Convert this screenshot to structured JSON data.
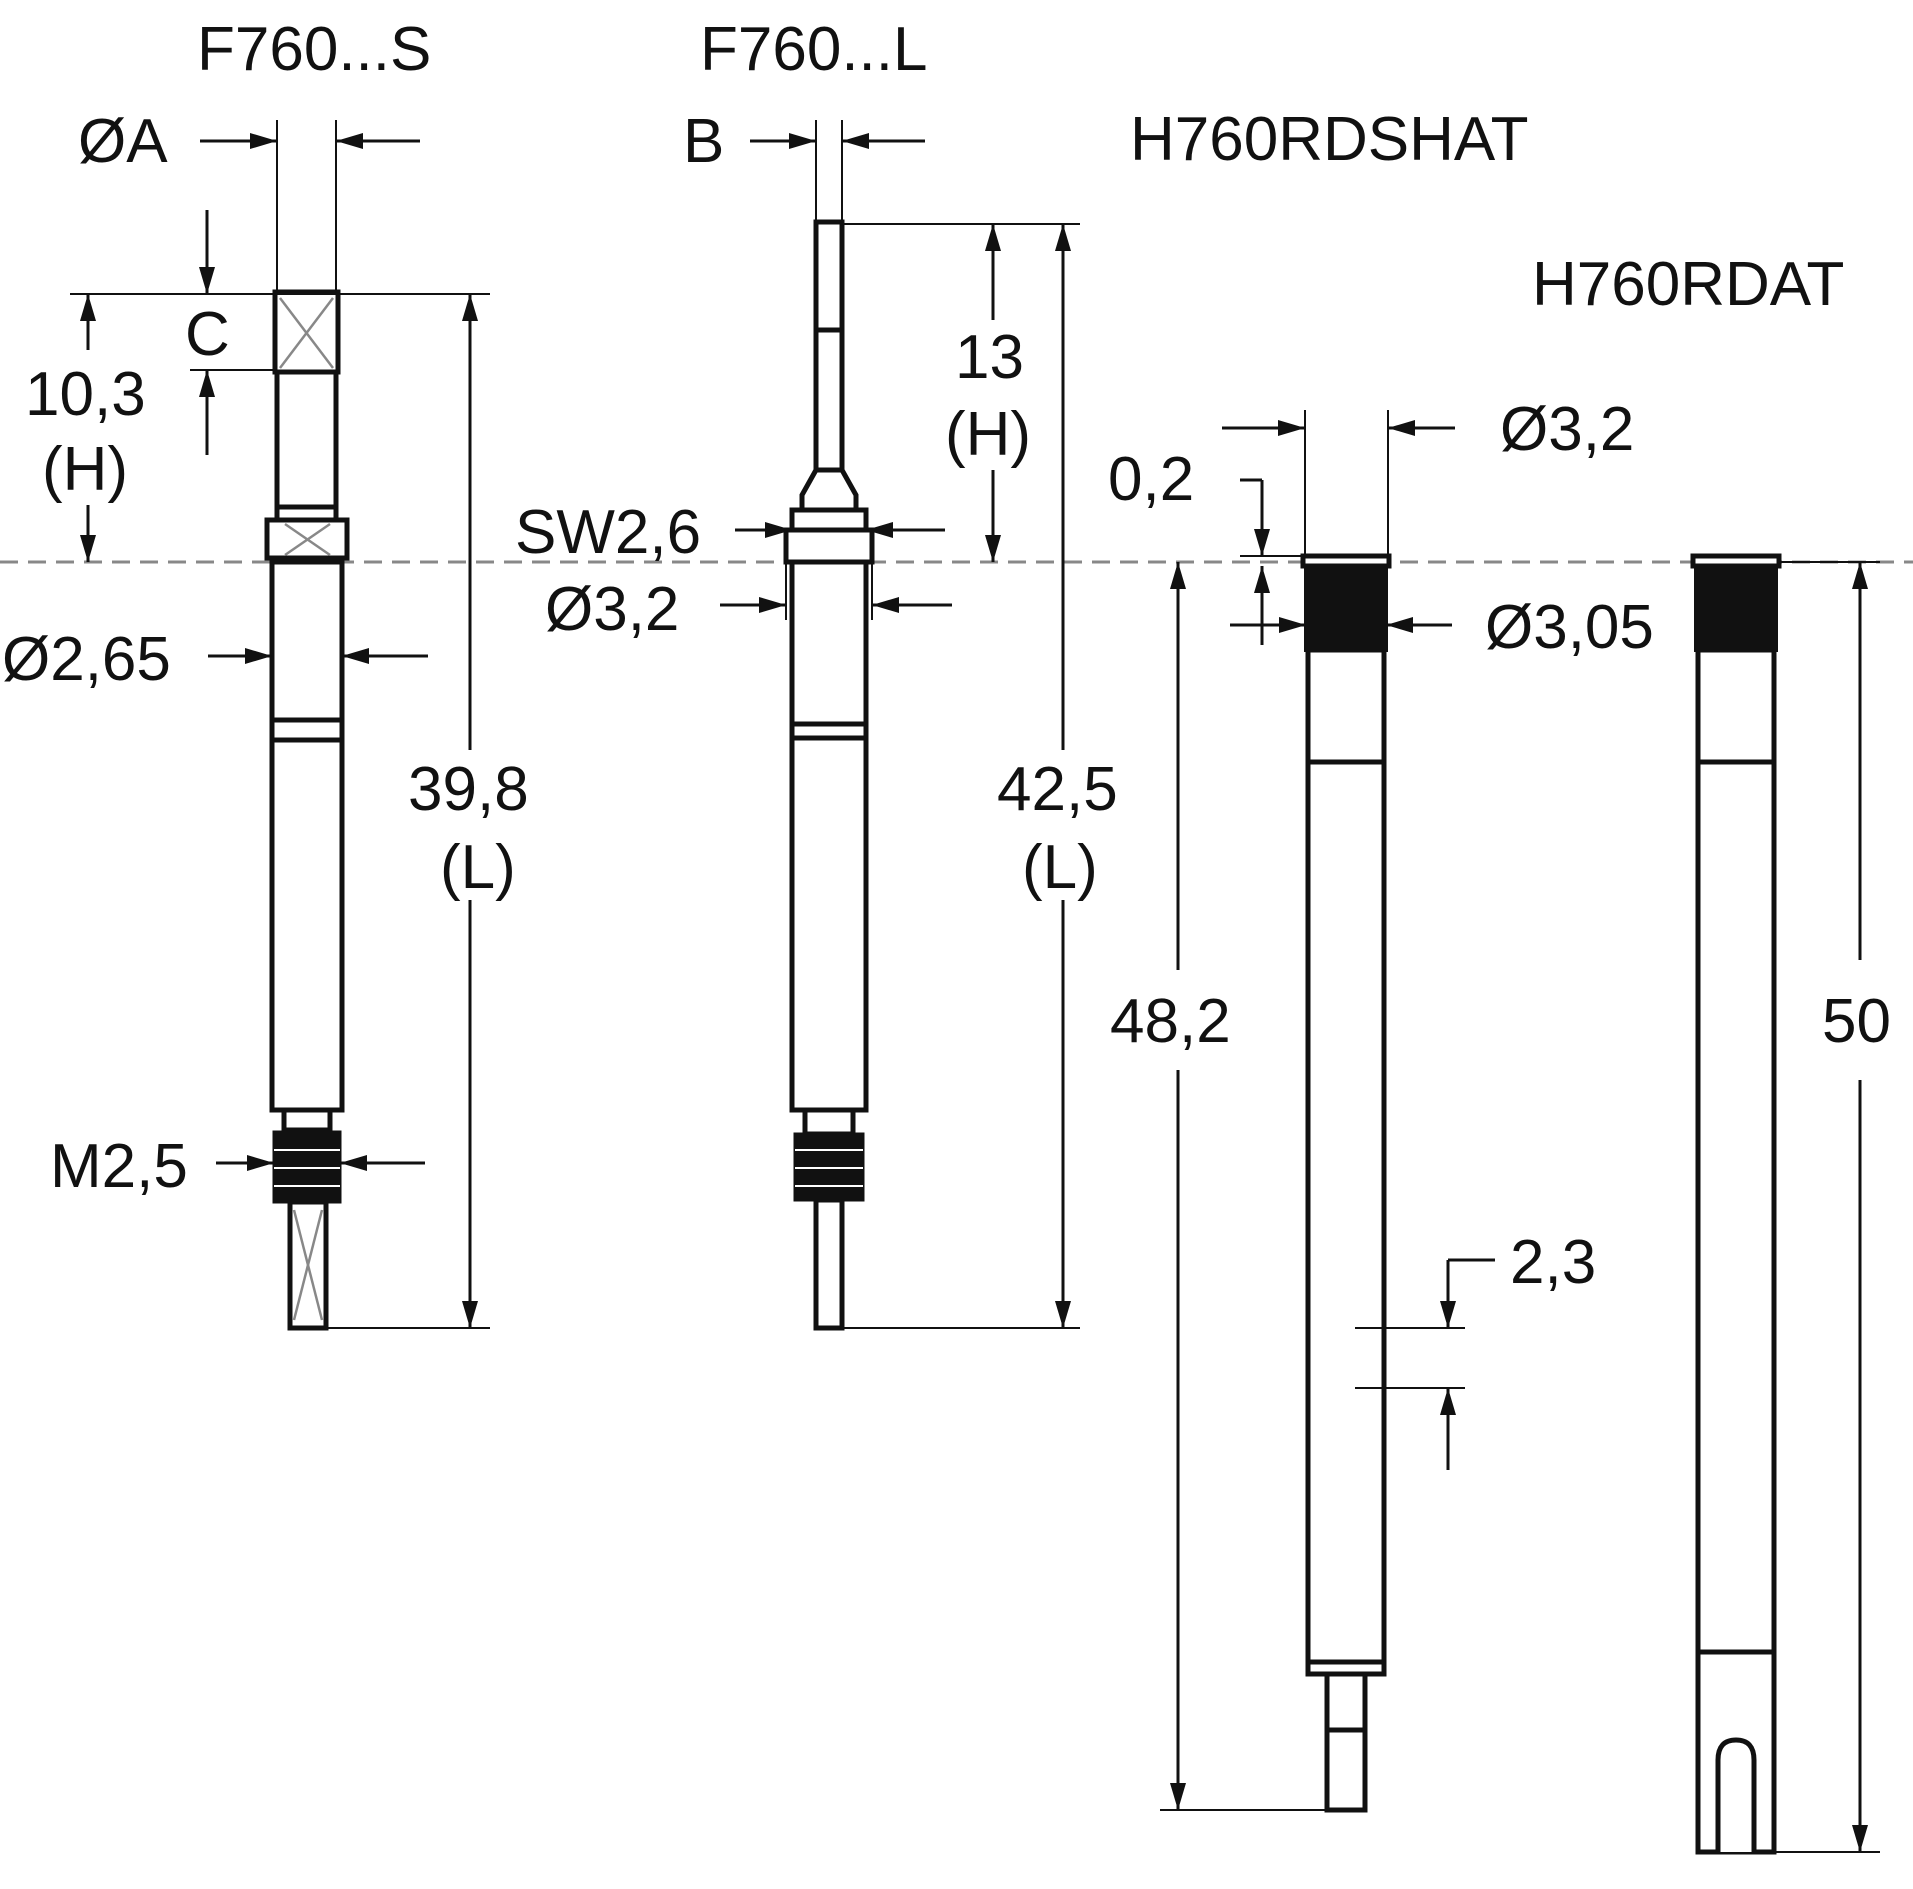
{
  "titles": {
    "f760s": "F760...S",
    "f760l": "F760...L",
    "h760rdshat": "H760RDSHAT",
    "h760rdat": "H760RDAT"
  },
  "dimensions": {
    "phi_a": "ØA",
    "b": "B",
    "c": "C",
    "h_s_value": "10,3",
    "h_s_symbol": "(H)",
    "phi_2_65": "Ø2,65",
    "m2_5": "M2,5",
    "l_s_value": "39,8",
    "l_s_symbol": "(L)",
    "sw2_6": "SW2,6",
    "phi_3_2_l": "Ø3,2",
    "h_l_value": "13",
    "h_l_symbol": "(H)",
    "l_l_value": "42,5",
    "l_l_symbol": "(L)",
    "d0_2": "0,2",
    "phi_3_2_h": "Ø3,2",
    "phi_3_05": "Ø3,05",
    "d48_2": "48,2",
    "d2_3": "2,3",
    "d50": "50"
  }
}
